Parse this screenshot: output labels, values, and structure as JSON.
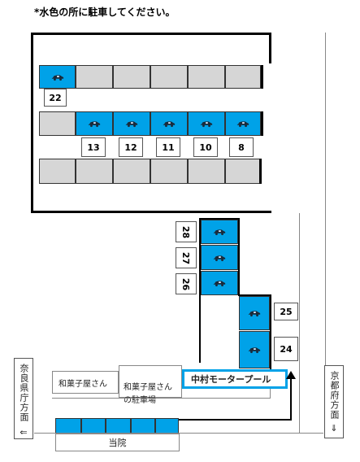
{
  "instruction": "*水色の所に駐車してください。",
  "lot_numbers": {
    "n22": "22",
    "n13": "13",
    "n12": "12",
    "n11": "11",
    "n10": "10",
    "n8": "8",
    "n28": "28",
    "n27": "27",
    "n26": "26",
    "n25": "25",
    "n24": "24"
  },
  "landmarks": {
    "wagashi_shop": "和菓子屋さん",
    "wagashi_parking": "和菓子屋さん\nの駐車場",
    "nakamura": "中村モータープール",
    "touin": "当院"
  },
  "directions": {
    "nara": "奈良県庁方面",
    "nara_arrow": "⇐",
    "kyoto": "京都府方面",
    "kyoto_arrow": "⇓"
  },
  "colors": {
    "designated": "#00a2e8",
    "other": "#d6d6d6",
    "highlight_border": "#00a2e8",
    "route": "#000000"
  }
}
